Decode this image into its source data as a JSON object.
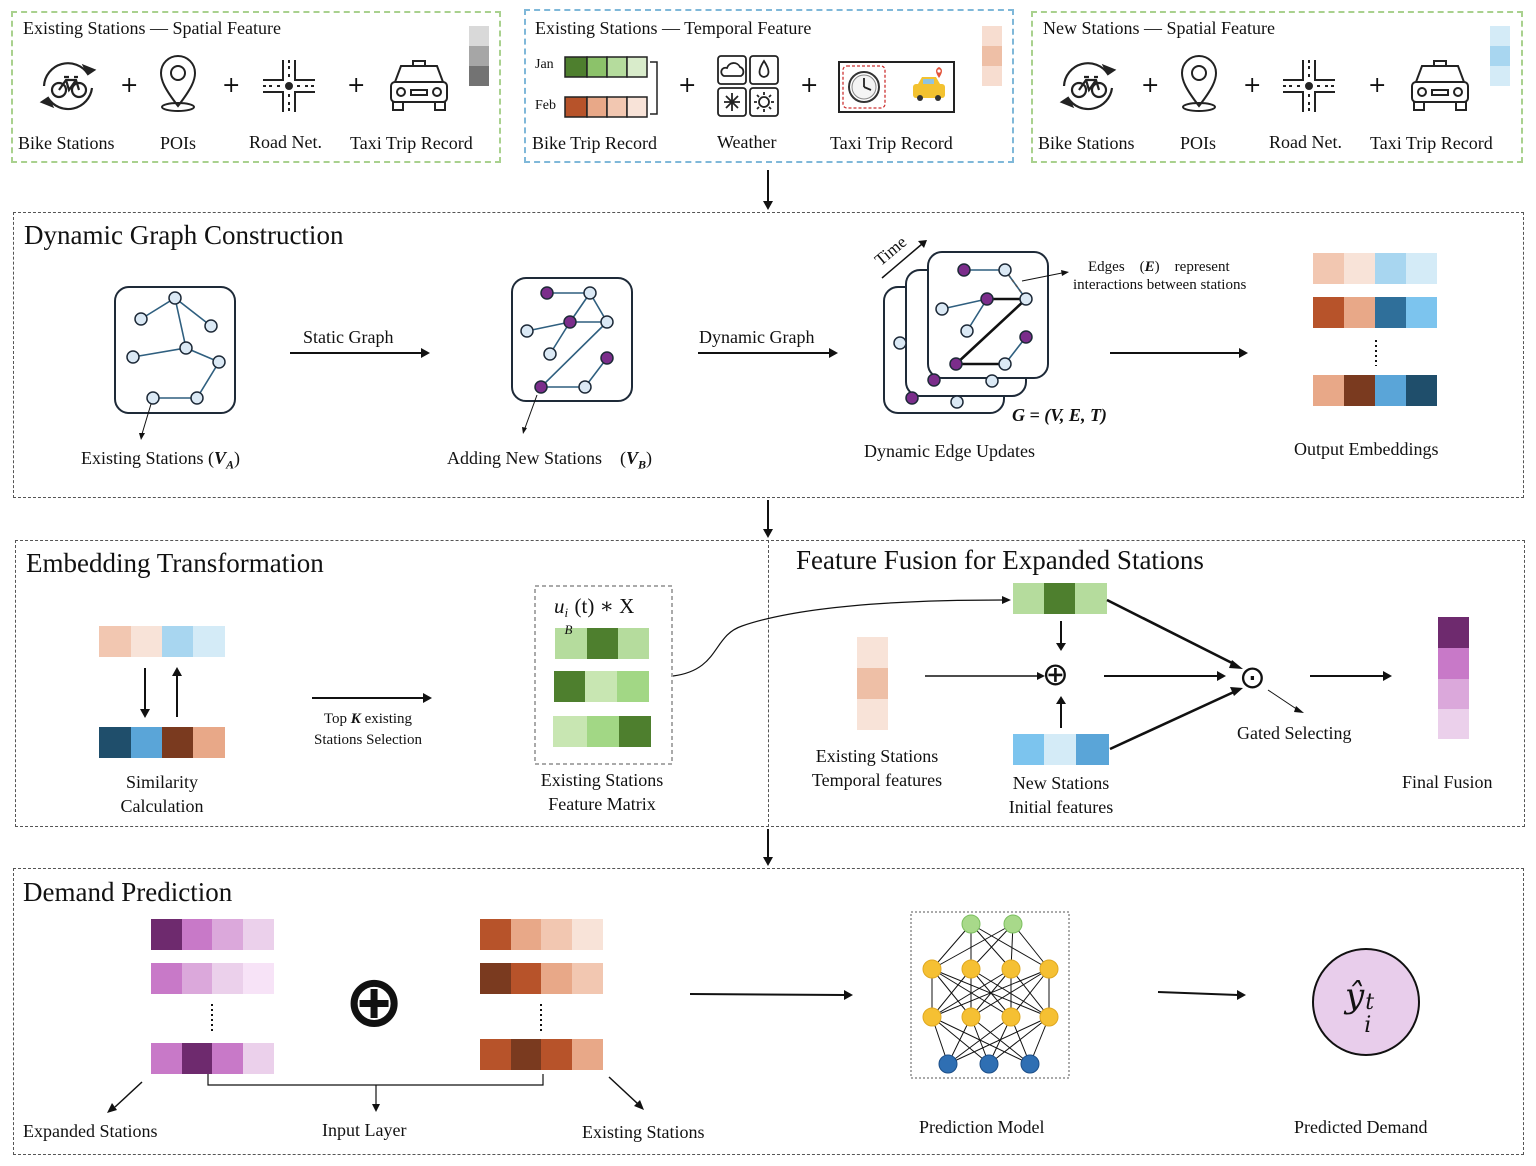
{
  "top": {
    "existing_spatial": {
      "title": "Existing Stations — Spatial Feature",
      "labels": [
        "Bike Stations",
        "POIs",
        "Road Net.",
        "Taxi Trip Record"
      ]
    },
    "temporal": {
      "title": "Existing Stations — Temporal Feature",
      "months": [
        "Jan",
        "Feb"
      ],
      "labels": [
        "Bike Trip Record",
        "Weather",
        "Taxi Trip Record"
      ]
    },
    "new_spatial": {
      "title": "New Stations — Spatial Feature",
      "labels": [
        "Bike Stations",
        "POIs",
        "Road Net.",
        "Taxi Trip Record"
      ]
    },
    "plus": "+"
  },
  "graph": {
    "title": "Dynamic Graph Construction",
    "existing_stations": "Existing Stations (",
    "existing_var": "V",
    "existing_sub": "A",
    "static_graph": "Static Graph",
    "adding_new": "Adding New Stations　(",
    "new_var": "V",
    "new_sub": "B",
    "dynamic_graph": "Dynamic Graph",
    "time": "Time",
    "edges_note_1": "Edges　(",
    "edges_note_e": "E",
    "edges_note_2": ")　represent",
    "edges_note_3": "interactions between stations",
    "formula": "G = (V, E, T)",
    "dynamic_edge_updates": "Dynamic Edge Updates",
    "output_embeddings": "Output Embeddings"
  },
  "embed": {
    "title": "Embedding Transformation",
    "similarity_1": "Similarity",
    "similarity_2": "Calculation",
    "topk_1": "Top ",
    "topk_k": "K",
    "topk_2": " existing",
    "topk_3": "Stations Selection",
    "formula": "u",
    "formula_sup": "i",
    "formula_sub": "B",
    "formula_rest": "(t) ∗ X",
    "matrix_1": "Existing Stations",
    "matrix_2": "Feature Matrix"
  },
  "fusion": {
    "title": "Feature Fusion for Expanded Stations",
    "temporal_1": "Existing Stations",
    "temporal_2": "Temporal features",
    "new_1": "New Stations",
    "new_2": "Initial features",
    "gated": "Gated Selecting",
    "final": "Final Fusion",
    "oplus": "⊕",
    "odot": "⊙"
  },
  "demand": {
    "title": "Demand Prediction",
    "expanded": "Expanded Stations",
    "input_layer": "Input Layer",
    "existing": "Existing Stations",
    "prediction_model": "Prediction Model",
    "predicted_demand": "Predicted Demand",
    "y_hat": "ŷ",
    "y_sup": "t",
    "y_sub": "i",
    "oplus": "⊕"
  },
  "colors": {
    "green_dash": "#a9d18e",
    "blue_dash": "#7fb8d9",
    "node_light": "#dbe9f5",
    "node_purple": "#7b2d8b",
    "edge": "#2f5f7f"
  }
}
